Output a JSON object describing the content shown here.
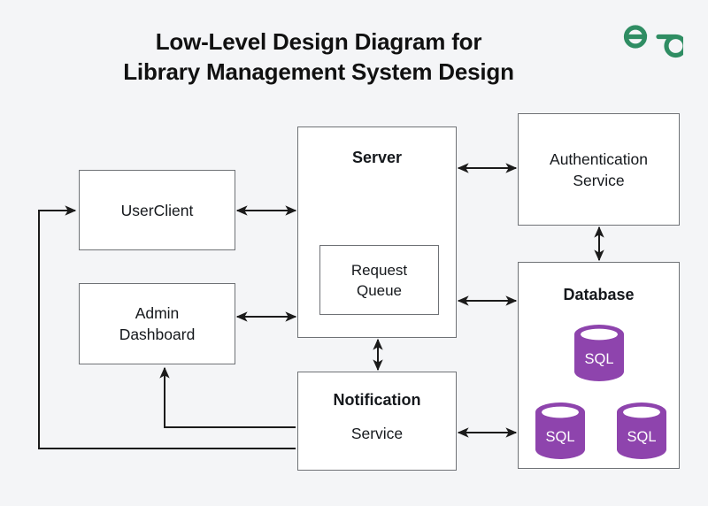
{
  "page": {
    "background_color": "#f4f5f7",
    "title_line_1": "Low-Level Design Diagram for",
    "title_line_2": "Library Management System Design"
  },
  "brand": {
    "logo_name": "geeksforgeeks-logo",
    "logo_color": "#2f8d63"
  },
  "palette": {
    "box_fill": "#ffffff",
    "box_border": "#6f7276",
    "connector": "#1b1b1b",
    "cylinder_purple": "#8e44ad",
    "cylinder_text": "#ffffff",
    "text": "#15181c"
  },
  "nodes": {
    "user_client": {
      "label": "UserClient"
    },
    "admin_dashboard": {
      "label": "Admin\nDashboard"
    },
    "server": {
      "title": "Server",
      "request_queue": {
        "label": "Request\nQueue"
      }
    },
    "auth_service": {
      "label": "Authentication\nService"
    },
    "database": {
      "title": "Database",
      "stores": [
        {
          "label": "SQL"
        },
        {
          "label": "SQL"
        },
        {
          "label": "SQL"
        }
      ]
    },
    "notification_service": {
      "title": "Notification",
      "subtitle": "Service"
    }
  },
  "connectors": [
    {
      "name": "userclient-server",
      "from": "UserClient",
      "to": "Server",
      "direction": "bidirectional"
    },
    {
      "name": "admin-server",
      "from": "Admin Dashboard",
      "to": "Server",
      "direction": "bidirectional"
    },
    {
      "name": "server-auth",
      "from": "Server",
      "to": "Authentication Service",
      "direction": "bidirectional"
    },
    {
      "name": "server-database",
      "from": "Server",
      "to": "Database",
      "direction": "bidirectional"
    },
    {
      "name": "auth-database",
      "from": "Authentication Service",
      "to": "Database",
      "direction": "bidirectional"
    },
    {
      "name": "server-notification",
      "from": "Server",
      "to": "Notification Service",
      "direction": "bidirectional"
    },
    {
      "name": "notification-database",
      "from": "Notification Service",
      "to": "Database",
      "direction": "bidirectional"
    },
    {
      "name": "notification-admin",
      "from": "Notification Service",
      "to": "Admin Dashboard",
      "direction": "single"
    },
    {
      "name": "notification-userclient",
      "from": "Notification Service",
      "to": "UserClient",
      "direction": "single"
    }
  ]
}
